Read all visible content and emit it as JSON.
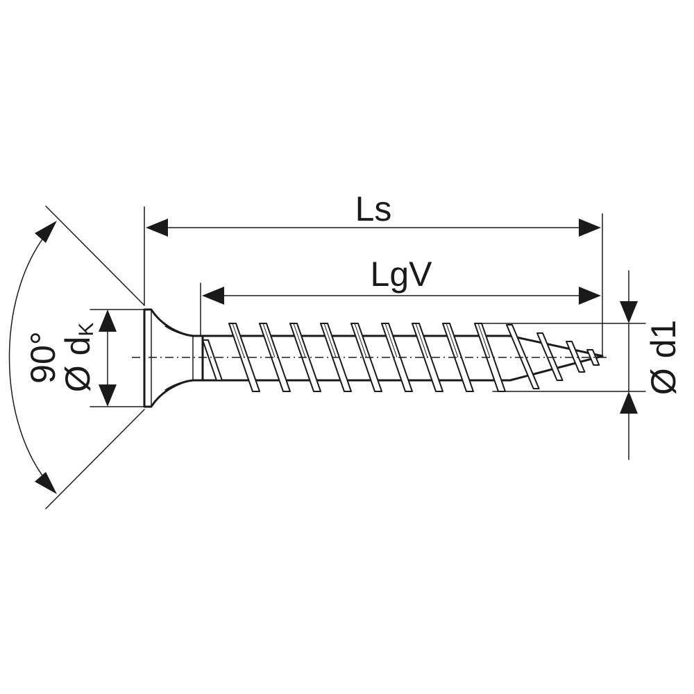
{
  "labels": {
    "ls": "Ls",
    "lgv": "LgV",
    "angle": "90°",
    "dk_prefix": "Ø d",
    "dk_sub": "K",
    "d1": "Ø d1"
  },
  "colors": {
    "line": "#1a1a1a",
    "background": "#ffffff"
  }
}
